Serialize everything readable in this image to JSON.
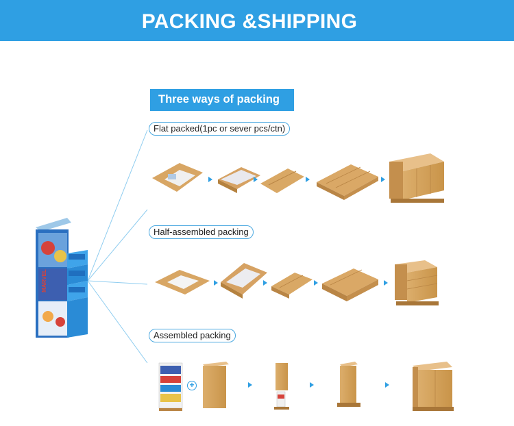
{
  "banner": {
    "title": "PACKING &SHIPPING"
  },
  "section": {
    "heading": "Three ways of packing"
  },
  "methods": [
    {
      "label": "Flat packed(1pc or sever pcs/ctn)"
    },
    {
      "label": "Half-assembled packing"
    },
    {
      "label": "Assembled packing"
    }
  ],
  "display": {
    "brand": "MARVEL"
  },
  "plus_symbol": "+",
  "colors": {
    "banner": "#2f9fe3",
    "carton": "#d9a865",
    "carton_dark": "#b98545",
    "carton_light": "#e8c08a",
    "accent": "#2f9fe3"
  },
  "icons": [
    "chevron-right-icon",
    "plus-circle-icon"
  ]
}
